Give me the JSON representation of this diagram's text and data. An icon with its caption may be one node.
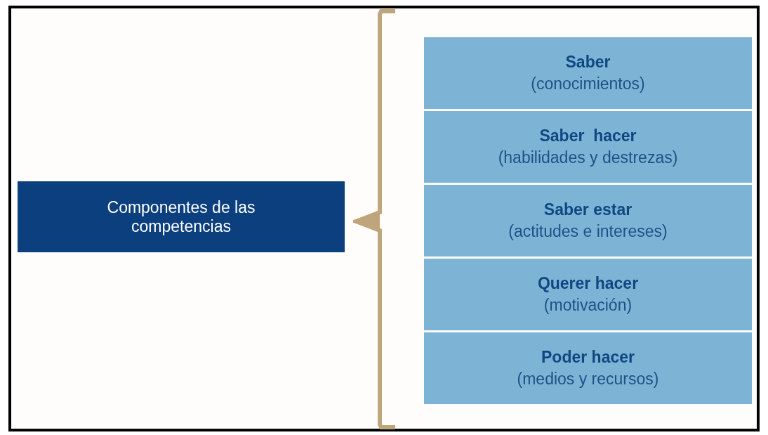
{
  "diagram": {
    "nodes": [
      {
        "text": [
          "Componentes de las competencias"
        ]
      },
      {
        "text": [
          "Saber",
          "(conocimientos)"
        ]
      },
      {
        "text": [
          "Saber  hacer",
          "(habilidades y destrezas)"
        ]
      },
      {
        "text": [
          "Saber estar",
          "(actitudes e intereses)"
        ]
      },
      {
        "text": [
          "Querer hacer",
          "(motivación)"
        ]
      },
      {
        "text": [
          "Poder hacer",
          "(medios y recursos)"
        ]
      }
    ]
  }
}
